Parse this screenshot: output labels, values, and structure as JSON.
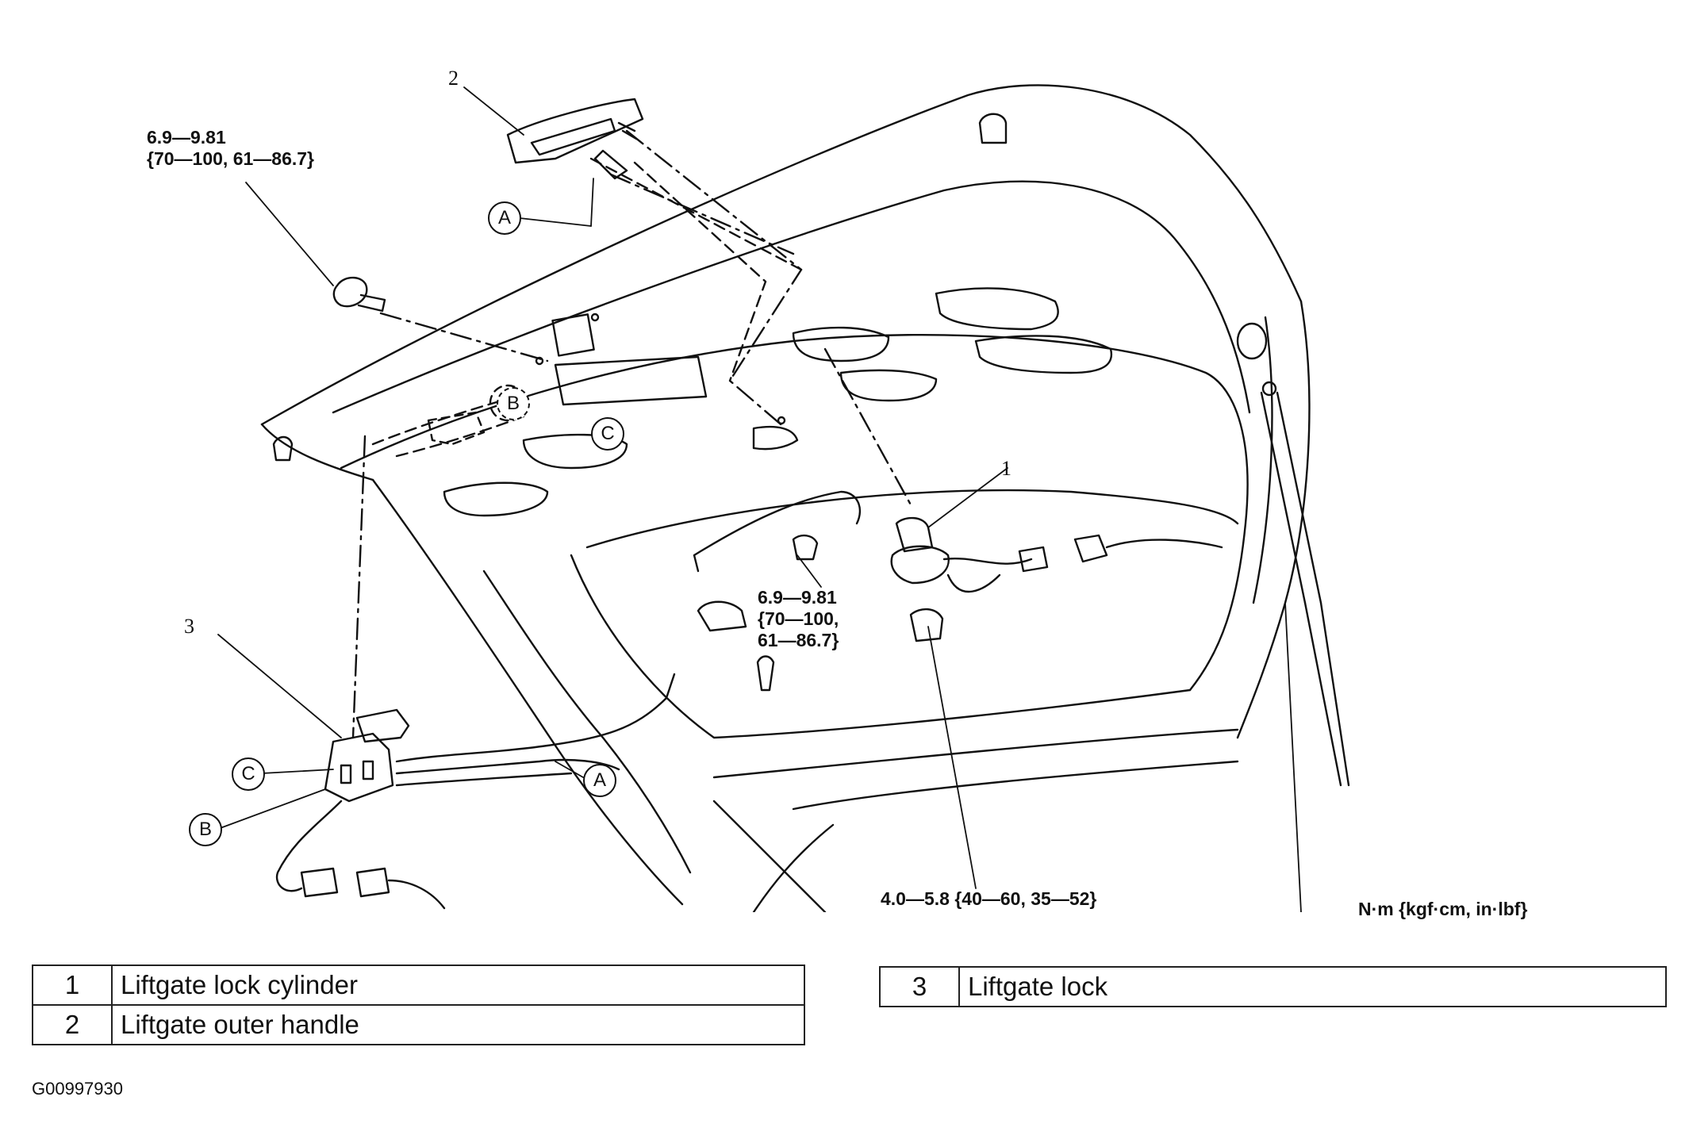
{
  "callouts": {
    "part1": "1",
    "part2": "2",
    "part3": "3",
    "letter_a": "A",
    "letter_b": "B",
    "letter_c": "C"
  },
  "torque_specs": {
    "bolt_upper_left_line1": "6.9—9.81",
    "bolt_upper_left_line2": "{70—100, 61—86.7}",
    "nut_center_line1": "6.9—9.81",
    "nut_center_line2": "{70—100,",
    "nut_center_line3": "61—86.7}",
    "cylinder_nut": "4.0—5.8 {40—60, 35—52}",
    "units": "N·m {kgf·cm, in·lbf}"
  },
  "legend": {
    "left": [
      {
        "num": "1",
        "name": "Liftgate lock cylinder"
      },
      {
        "num": "2",
        "name": "Liftgate outer handle"
      }
    ],
    "right": [
      {
        "num": "3",
        "name": "Liftgate lock"
      }
    ]
  },
  "figure_code": "G00997930"
}
